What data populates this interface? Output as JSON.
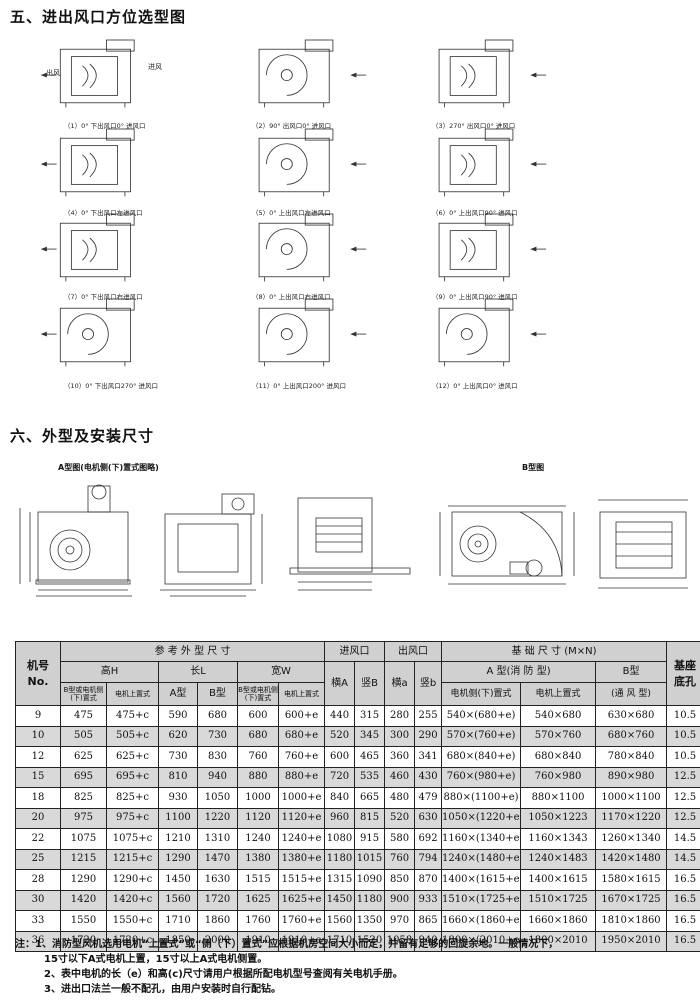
{
  "section5": {
    "title": "五、进出风口方位选型图",
    "captions": [
      "（1）0° 下出风口0° 进风口",
      "（2）90° 出风口0° 进风口",
      "（3）270° 出风口0° 进风口",
      "（4）0° 下出风口左进风口",
      "（5）0° 上出风口左进风口",
      "（6）0° 上出风口90° 进风口",
      "（7）0° 下出风口右进风口",
      "（8）0° 上出风口右进风口",
      "（9）0° 上出风口90° 进风口",
      "（10）0° 下出风口270° 进风口",
      "（11）0° 上出风口200° 进风口",
      "（12）0° 上出风口0° 进风口"
    ],
    "label_out": "出风",
    "label_in": "进风"
  },
  "section6": {
    "title": "六、外型及安装尺寸",
    "figA_title": "A型图(电机侧(下)置式图略)",
    "figB_title": "B型图"
  },
  "table": {
    "h_no": "机号",
    "h_no2": "No.",
    "h_ref": "参 考 外 型 尺 寸",
    "h_inlet": "进风口",
    "h_outlet": "出风口",
    "h_base": "基 础 尺 寸 (M×N)",
    "h_hole": "基座",
    "h_hole2": "底孔",
    "h_H": "高H",
    "h_L": "长L",
    "h_W": "宽W",
    "h_hA": "横A",
    "h_vB": "竖B",
    "h_ha": "横a",
    "h_vb": "竖b",
    "h_Atype": "A 型(消 防 型)",
    "h_Btype": "B型",
    "h_Btype2": "(通 风 型)",
    "h_side": "B型或电机侧(下)置式",
    "h_top": "电机上置式",
    "h_La": "A型",
    "h_Lb": "B型",
    "h_Wside": "B型或电机侧(下)置式",
    "h_Wtop": "电机上置式",
    "h_base_side": "电机侧(下)置式",
    "h_base_top": "电机上置式",
    "rows": [
      [
        "9",
        "475",
        "475+c",
        "590",
        "680",
        "600",
        "600+e",
        "440",
        "315",
        "280",
        "255",
        "540×(680+e)",
        "540×680",
        "630×680",
        "10.5"
      ],
      [
        "10",
        "505",
        "505+c",
        "620",
        "730",
        "680",
        "680+e",
        "520",
        "345",
        "300",
        "290",
        "570×(760+e)",
        "570×760",
        "680×760",
        "10.5"
      ],
      [
        "12",
        "625",
        "625+c",
        "730",
        "830",
        "760",
        "760+e",
        "600",
        "465",
        "360",
        "341",
        "680×(840+e)",
        "680×840",
        "780×840",
        "10.5"
      ],
      [
        "15",
        "695",
        "695+c",
        "810",
        "940",
        "880",
        "880+e",
        "720",
        "535",
        "460",
        "430",
        "760×(980+e)",
        "760×980",
        "890×980",
        "12.5"
      ],
      [
        "18",
        "825",
        "825+c",
        "930",
        "1050",
        "1000",
        "1000+e",
        "840",
        "665",
        "480",
        "479",
        "880×(1100+e)",
        "880×1100",
        "1000×1100",
        "12.5"
      ],
      [
        "20",
        "975",
        "975+c",
        "1100",
        "1220",
        "1120",
        "1120+e",
        "960",
        "815",
        "520",
        "630",
        "1050×(1220+e)",
        "1050×1223",
        "1170×1220",
        "12.5"
      ],
      [
        "22",
        "1075",
        "1075+c",
        "1210",
        "1310",
        "1240",
        "1240+e",
        "1080",
        "915",
        "580",
        "692",
        "1160×(1340+e)",
        "1160×1343",
        "1260×1340",
        "14.5"
      ],
      [
        "25",
        "1215",
        "1215+c",
        "1290",
        "1470",
        "1380",
        "1380+e",
        "1180",
        "1015",
        "760",
        "794",
        "1240×(1480+e)",
        "1240×1483",
        "1420×1480",
        "14.5"
      ],
      [
        "28",
        "1290",
        "1290+c",
        "1450",
        "1630",
        "1515",
        "1515+e",
        "1315",
        "1090",
        "850",
        "870",
        "1400×(1615+e)",
        "1400×1615",
        "1580×1615",
        "16.5"
      ],
      [
        "30",
        "1420",
        "1420+c",
        "1560",
        "1720",
        "1625",
        "1625+e",
        "1450",
        "1180",
        "900",
        "933",
        "1510×(1725+e)",
        "1510×1725",
        "1670×1725",
        "16.5"
      ],
      [
        "33",
        "1550",
        "1550+c",
        "1710",
        "1860",
        "1760",
        "1760+e",
        "1560",
        "1350",
        "970",
        "865",
        "1660×(1860+e)",
        "1660×1860",
        "1810×1860",
        "16.5"
      ],
      [
        "36",
        "1720",
        "1720+c",
        "1850",
        "2000",
        "1910",
        "1910+e",
        "1710",
        "1520",
        "1058",
        "940",
        "1800×(2010+e)",
        "1800×2010",
        "1950×2010",
        "16.5"
      ]
    ]
  },
  "notes": [
    "注：1、消防型风机选用电机“上置式”或“侧（下）置式”应根据机房空间大小而定，并留有足够的回旋余地。一般情况下，",
    "15寸以下A式电机上置，15寸以上A式电机侧置。",
    "2、表中电机的长（e）和高(c)尺寸请用户根据所配电机型号查阅有关电机手册。",
    "3、进出口法兰一般不配孔，由用户安装时自行配钻。"
  ]
}
